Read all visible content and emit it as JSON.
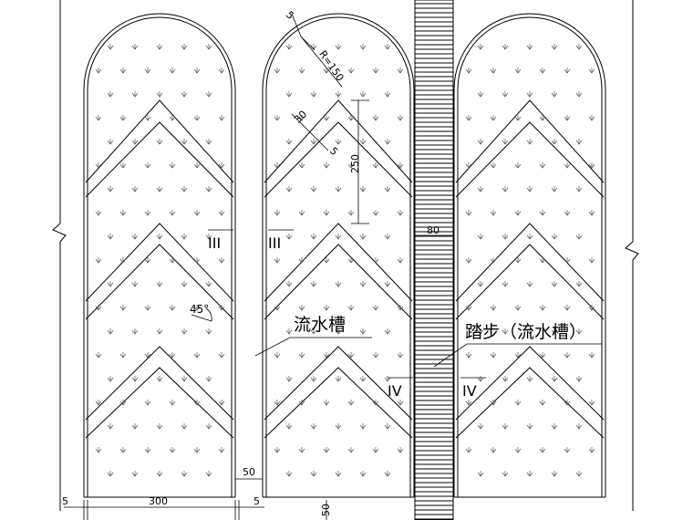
{
  "labels": {
    "gutter": "流水槽",
    "steps_gutter": "踏步（流水槽）",
    "angle": "45°"
  },
  "section_marks": {
    "iii_left": "III",
    "iii_right": "III",
    "iv_left": "IV",
    "iv_right": "IV"
  },
  "dimensions": {
    "top_offset": "5",
    "radius": "R=150",
    "gutter_width": "30",
    "offset_small": "5",
    "chevron_spacing": "250",
    "steps_width": "80",
    "column_gap": "50",
    "left_offset": "5",
    "column_width": "300",
    "right_offset": "5",
    "bottom_offset": "50"
  }
}
